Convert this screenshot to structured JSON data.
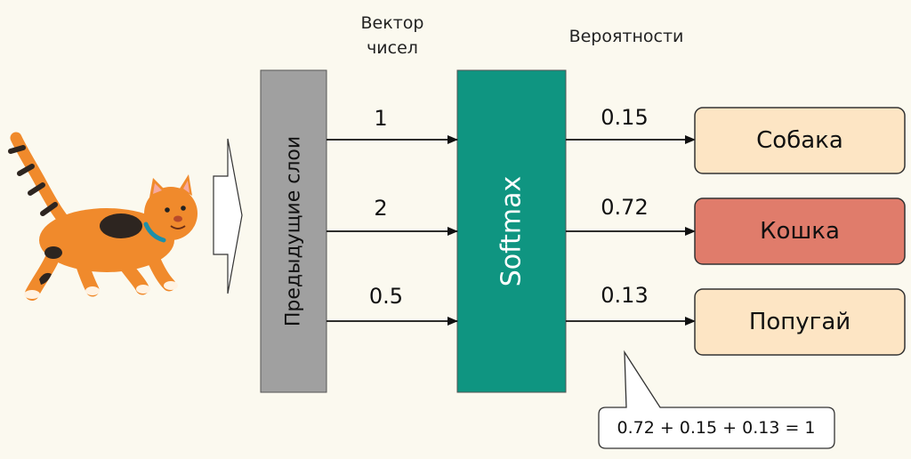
{
  "headers": {
    "vector": [
      "Вектор",
      "чисел"
    ],
    "probabilities": "Вероятности"
  },
  "layers": {
    "previous": "Предыдущие слои",
    "softmax": "Softmax"
  },
  "inputs": [
    "1",
    "2",
    "0.5"
  ],
  "outputs": [
    "0.15",
    "0.72",
    "0.13"
  ],
  "classes": [
    {
      "label": "Собака",
      "fill": "#fde5c4",
      "highlighted": false
    },
    {
      "label": "Кошка",
      "fill": "#e07c6b",
      "highlighted": true
    },
    {
      "label": "Попугай",
      "fill": "#fde5c4",
      "highlighted": false
    }
  ],
  "sum_note": "0.72 + 0.15 + 0.13 = 1",
  "colors": {
    "background": "#fbf9ef",
    "previous_layers": "#a0a0a0",
    "softmax": "#0f9581",
    "class_default": "#fde5c4",
    "class_selected": "#e07c6b",
    "cat_body": "#f08a2c"
  },
  "image": {
    "subject": "cat-illustration"
  }
}
